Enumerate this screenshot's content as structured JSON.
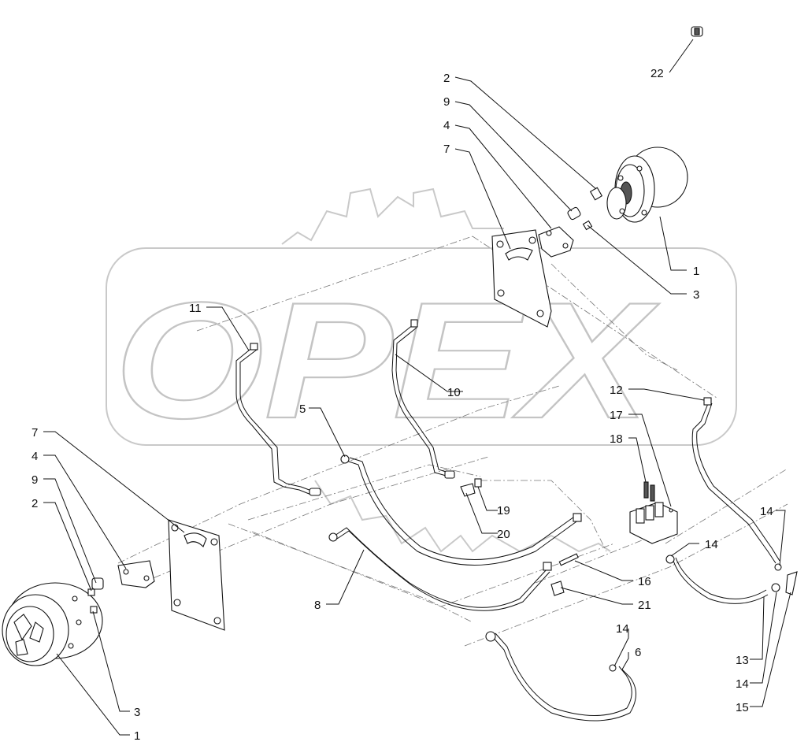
{
  "watermark": {
    "text": "OPEX"
  },
  "callouts": [
    {
      "id": "c22",
      "text": "22"
    },
    {
      "id": "c2a",
      "text": "2"
    },
    {
      "id": "c9a",
      "text": "9"
    },
    {
      "id": "c4a",
      "text": "4"
    },
    {
      "id": "c7a",
      "text": "7"
    },
    {
      "id": "c1a",
      "text": "1"
    },
    {
      "id": "c3a",
      "text": "3"
    },
    {
      "id": "c11",
      "text": "11"
    },
    {
      "id": "c10",
      "text": "10"
    },
    {
      "id": "c12",
      "text": "12"
    },
    {
      "id": "c5",
      "text": "5"
    },
    {
      "id": "c17",
      "text": "17"
    },
    {
      "id": "c18",
      "text": "18"
    },
    {
      "id": "c7b",
      "text": "7"
    },
    {
      "id": "c4b",
      "text": "4"
    },
    {
      "id": "c9b",
      "text": "9"
    },
    {
      "id": "c2b",
      "text": "2"
    },
    {
      "id": "c19",
      "text": "19"
    },
    {
      "id": "c20",
      "text": "20"
    },
    {
      "id": "c14a",
      "text": "14"
    },
    {
      "id": "c14b",
      "text": "14"
    },
    {
      "id": "c16",
      "text": "16"
    },
    {
      "id": "c21",
      "text": "21"
    },
    {
      "id": "c8",
      "text": "8"
    },
    {
      "id": "c14c",
      "text": "14"
    },
    {
      "id": "c6",
      "text": "6"
    },
    {
      "id": "c13",
      "text": "13"
    },
    {
      "id": "c14d",
      "text": "14"
    },
    {
      "id": "c15",
      "text": "15"
    },
    {
      "id": "c3b",
      "text": "3"
    },
    {
      "id": "c1b",
      "text": "1"
    }
  ]
}
